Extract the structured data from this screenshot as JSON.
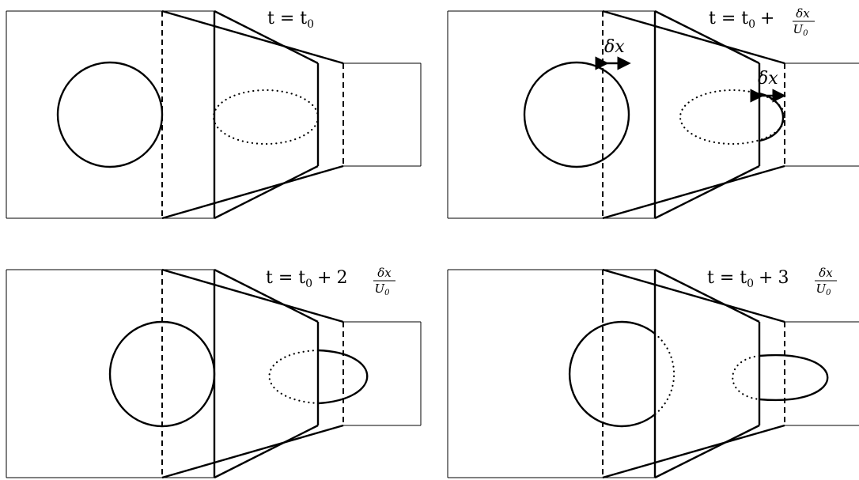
{
  "panels": [
    {
      "label": "t = t0",
      "prefix": "t = t",
      "sub": "0",
      "coef": "",
      "frac": false
    },
    {
      "label": "t = t0 + δx/U0",
      "prefix": "t = t",
      "sub": "0",
      "coef": "",
      "frac": true
    },
    {
      "label": "t = t0 + 2δx/U0",
      "prefix": "t = t",
      "sub": "0",
      "coef": "2",
      "frac": true
    },
    {
      "label": "t = t0 + 3δx/U0",
      "prefix": "t = t",
      "sub": "0",
      "coef": "3",
      "frac": true
    }
  ],
  "frac": {
    "num": "δx",
    "den": "U",
    "den_sub": "0",
    "plus": "+"
  },
  "annotations": {
    "dx_left": "δx",
    "dx_right": "δx"
  }
}
